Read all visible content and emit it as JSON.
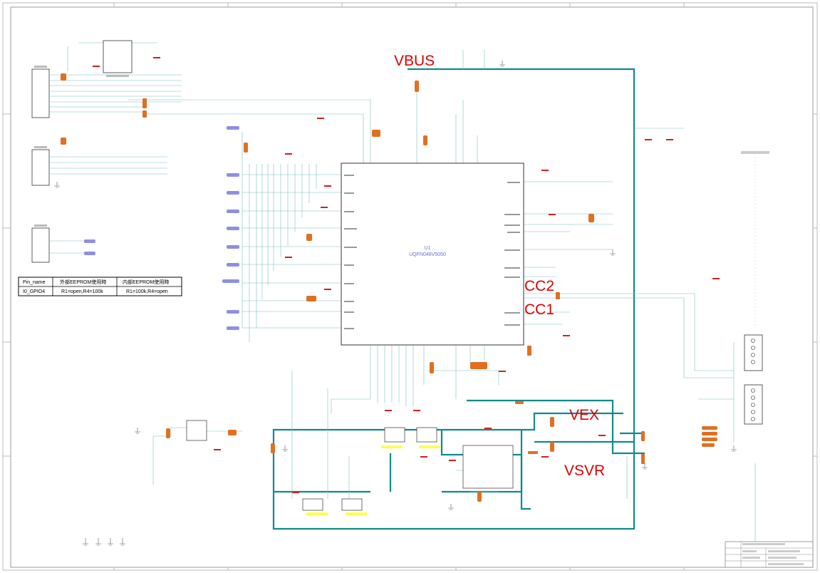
{
  "annotations": {
    "vbus": "VBUS",
    "cc2": "CC2",
    "cc1": "CC1",
    "vex": "VEX",
    "vsvr": "VSVR"
  },
  "main_ic": {
    "ref": "U1",
    "part": "UQFN048V5050"
  },
  "eeprom_table": {
    "headers": [
      "Pin_name",
      "外部EEPROM使用時",
      "内部EEPROM使用時"
    ],
    "row": [
      "I0_GPIO4",
      "R1=open,R4=100k",
      "R1=100k,R4=open"
    ]
  },
  "colors": {
    "wire": "#118a8a",
    "component": "#e07020",
    "annotation": "#e00000",
    "net_label": "#8f8fe0"
  }
}
